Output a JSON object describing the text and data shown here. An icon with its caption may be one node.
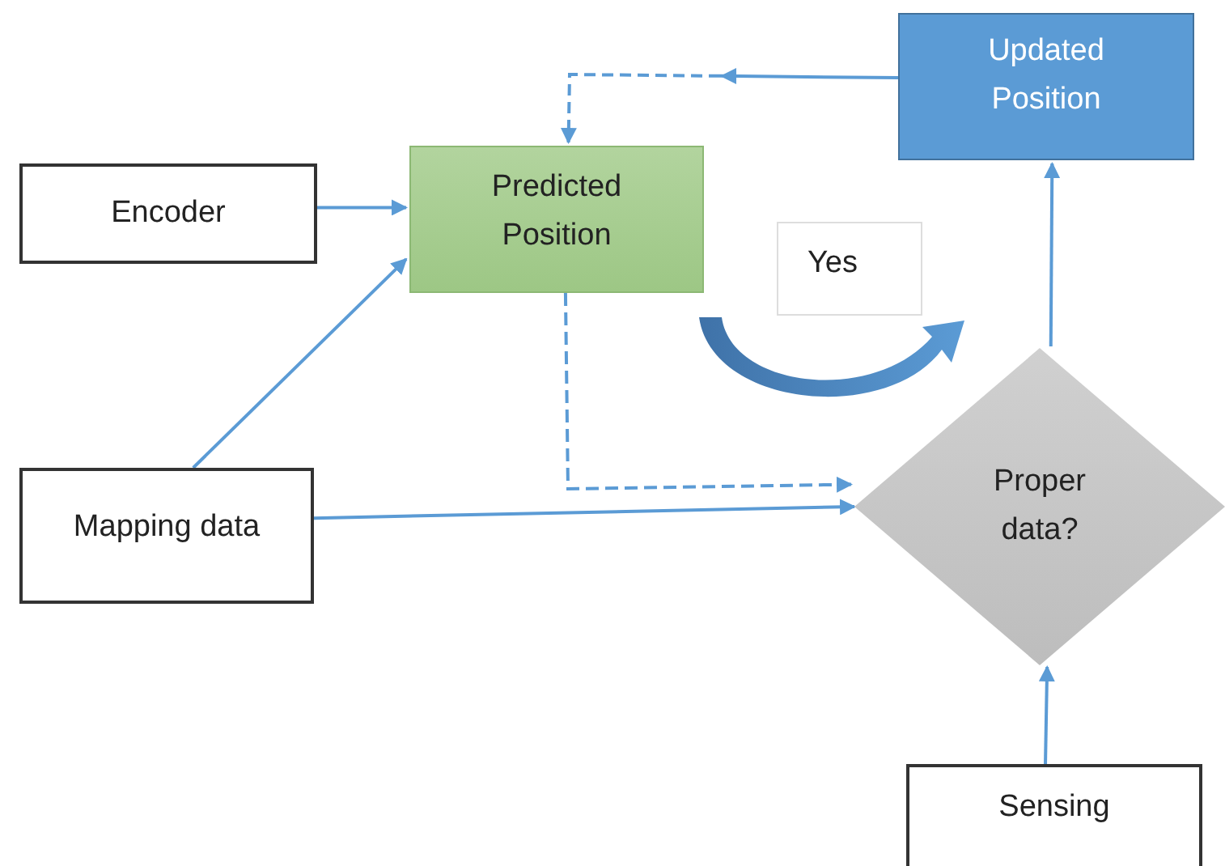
{
  "diagram": {
    "nodes": [
      {
        "text": [
          "Encoder"
        ]
      },
      {
        "text": [
          "Predicted Position"
        ]
      },
      {
        "text": [
          "Updated Position"
        ]
      },
      {
        "text": [
          "Yes"
        ]
      },
      {
        "text": [
          "Mapping data"
        ]
      },
      {
        "text": [
          "Proper data?"
        ]
      },
      {
        "text": [
          "Sensing"
        ]
      }
    ],
    "edges": [
      {
        "from": 0,
        "to": 1,
        "arrow": "to"
      },
      {
        "from": 4,
        "to": 1,
        "arrow": "to"
      },
      {
        "from": 4,
        "to": 5,
        "arrow": "to"
      },
      {
        "from": 1,
        "to": 5,
        "arrow": "to",
        "style": "dashed"
      },
      {
        "from": 6,
        "to": 5,
        "arrow": "to"
      },
      {
        "from": 5,
        "to": 2,
        "arrow": "to"
      },
      {
        "from": 2,
        "to": 1,
        "arrow": "to",
        "style": "dashed"
      }
    ]
  }
}
